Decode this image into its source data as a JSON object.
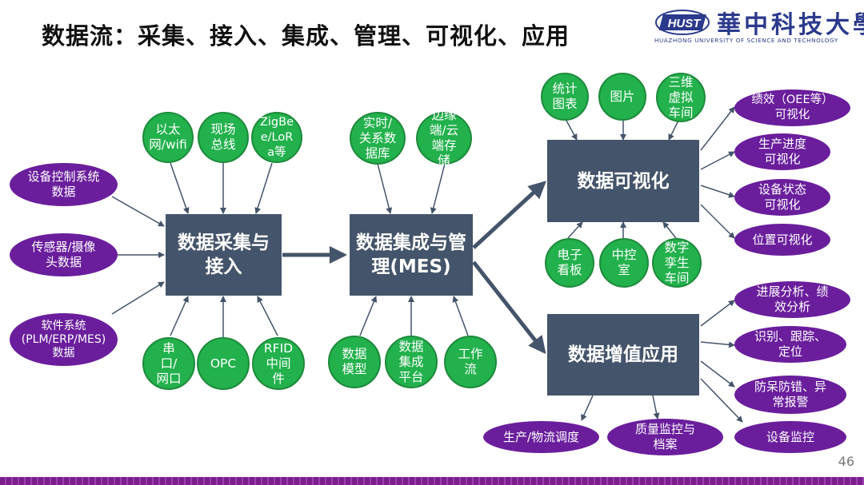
{
  "title": "数据流：采集、接入、集成、管理、可视化、应用",
  "logo": {
    "mark": "HUST",
    "cn": "華中科技大學",
    "en": "HUAZHONG UNIVERSITY OF SCIENCE AND TECHNOLOGY"
  },
  "page_number": "46",
  "colors": {
    "box": "#44546a",
    "green": "#22b14c",
    "purple": "#6a1e9c",
    "arrow": "#44546a"
  },
  "boxes": {
    "collect": "数据采集与接入",
    "integrate": "数据集成与管理(MES)",
    "visual": "数据可视化",
    "apply": "数据增值应用"
  },
  "sources": [
    "设备控制系统数据",
    "传感器/摄像头数据",
    "软件系统(PLM/ERP/MES)数据"
  ],
  "collect_top": [
    "以太网/wifi",
    "现场总线",
    "ZigBee/LoRa等"
  ],
  "collect_bottom": [
    "串口/网口",
    "OPC",
    "RFID中间件"
  ],
  "integrate_top": [
    "实时/关系数据库",
    "边缘端/云端存储"
  ],
  "integrate_bottom": [
    "数据模型",
    "数据集成平台",
    "工作流"
  ],
  "visual_top": [
    "统计图表",
    "图片",
    "三维虚拟车间"
  ],
  "visual_bottom": [
    "电子看板",
    "中控室",
    "数字孪生车间"
  ],
  "visual_outputs": [
    "绩效（OEE等）可视化",
    "生产进度可视化",
    "设备状态可视化",
    "位置可视化"
  ],
  "apply_right": [
    "进展分析、绩效分析",
    "识别、跟踪、定位",
    "防呆防错、异常报警",
    "设备监控"
  ],
  "apply_bottom": [
    "生产/物流调度",
    "质量监控与档案"
  ]
}
